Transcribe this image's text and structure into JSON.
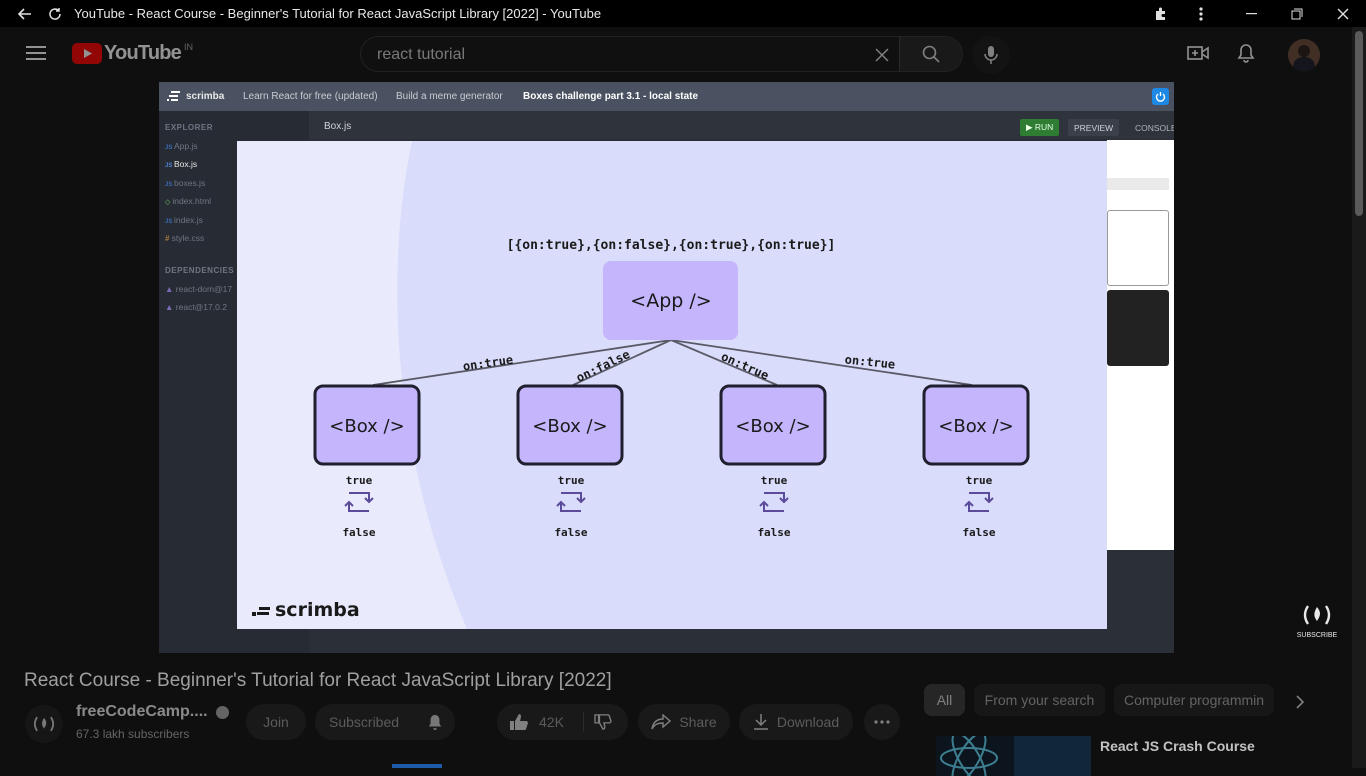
{
  "window": {
    "title": "YouTube - React Course - Beginner's Tutorial for React JavaScript Library [2022] - YouTube"
  },
  "youtube": {
    "logo_text": "YouTube",
    "country_code": "IN",
    "search_value": "react tutorial"
  },
  "scrimba": {
    "brand": "scrimba",
    "breadcrumbs": [
      "Learn React for free (updated)",
      "Build a meme generator",
      "Boxes challenge part 3.1 - local state"
    ],
    "explorer_heading": "EXPLORER",
    "files": [
      "App.js",
      "Box.js",
      "boxes.js",
      "index.html",
      "index.js",
      "style.css"
    ],
    "file_types": [
      "JS",
      "JS",
      "JS",
      "◇",
      "JS",
      "#"
    ],
    "dependencies_heading": "DEPENDENCIES",
    "dependencies": [
      "react-dom@17",
      "react@17.0.2"
    ],
    "open_file": "Box.js",
    "run_label": "▶ RUN",
    "preview_label": "PREVIEW",
    "console_label": "CONSOLE"
  },
  "slide": {
    "state_array": "[{on:true},{on:false},{on:true},{on:true}]",
    "app_label": "<App />",
    "box_label": "<Box />",
    "edges": [
      "on:true",
      "on:false",
      "on:true",
      "on:true"
    ],
    "toggle_top": "true",
    "toggle_bottom": "false",
    "logo": "scrimba"
  },
  "subscribe_badge": "SUBSCRIBE",
  "video": {
    "title": "React Course - Beginner's Tutorial for React JavaScript Library [2022]",
    "channel": "freeCodeCamp....",
    "subscribers": "67.3 lakh subscribers",
    "join_label": "Join",
    "subscribed_label": "Subscribed",
    "likes": "42K",
    "share_label": "Share",
    "download_label": "Download"
  },
  "chips": [
    "All",
    "From your search",
    "Computer programmin"
  ],
  "recommendation": {
    "title": "React JS Crash Course"
  },
  "colors": {
    "slide_bg": "#d9dcfa",
    "node_fill": "#c4b5fd",
    "node_border": "#1f1f2e",
    "yt_red": "#ff0000",
    "run_green": "#2e7d32"
  }
}
